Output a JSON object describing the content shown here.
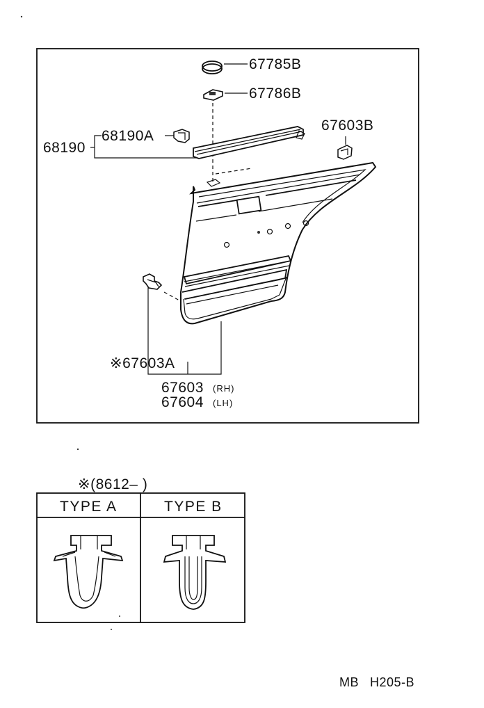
{
  "diagram": {
    "parts": {
      "p67785b": "67785B",
      "p67786b": "67786B",
      "p67603b": "67603B",
      "p68190": "68190",
      "p68190a": "68190A",
      "p67603a": "※67603A",
      "p67603": "67603",
      "p67603_side": "(RH)",
      "p67604": "67604",
      "p67604_side": "(LH)"
    },
    "note": "※(8612–        )",
    "types": {
      "a": "TYPE  A",
      "b": "TYPE  B"
    },
    "footer": {
      "code": "MB",
      "page": "H205-B"
    }
  }
}
